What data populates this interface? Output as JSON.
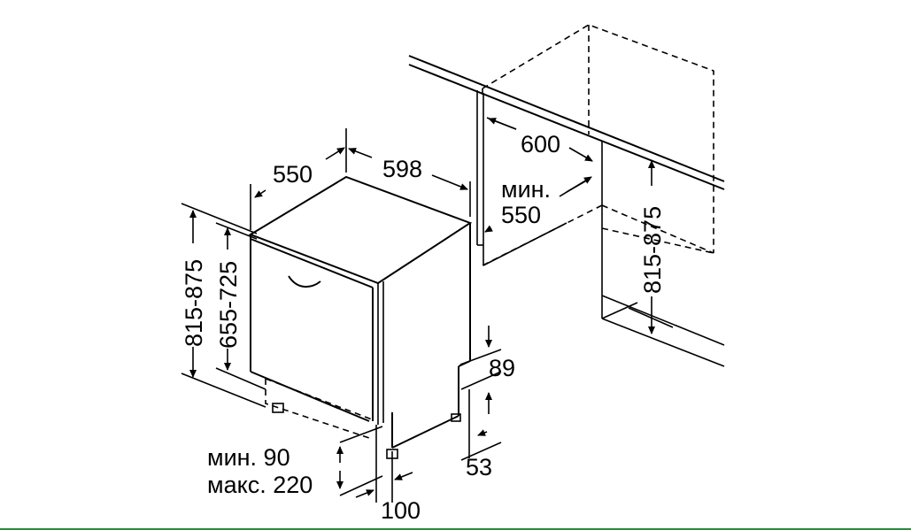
{
  "labels": {
    "depth": "550",
    "width": "598",
    "niche_width": "600",
    "niche_depth_min_prefix": "мин.",
    "niche_depth_min_value": "550",
    "niche_height": "815-875",
    "appliance_height": "815-875",
    "door_height": "655-725",
    "toe_top": "89",
    "toe_bottom": "53",
    "plinth_min": "мин. 90",
    "plinth_max": "макс. 220",
    "foot_offset": "100"
  },
  "colors": {
    "line": "#000000",
    "background": "#ffffff",
    "footer_strip": "#2b8a3e"
  }
}
